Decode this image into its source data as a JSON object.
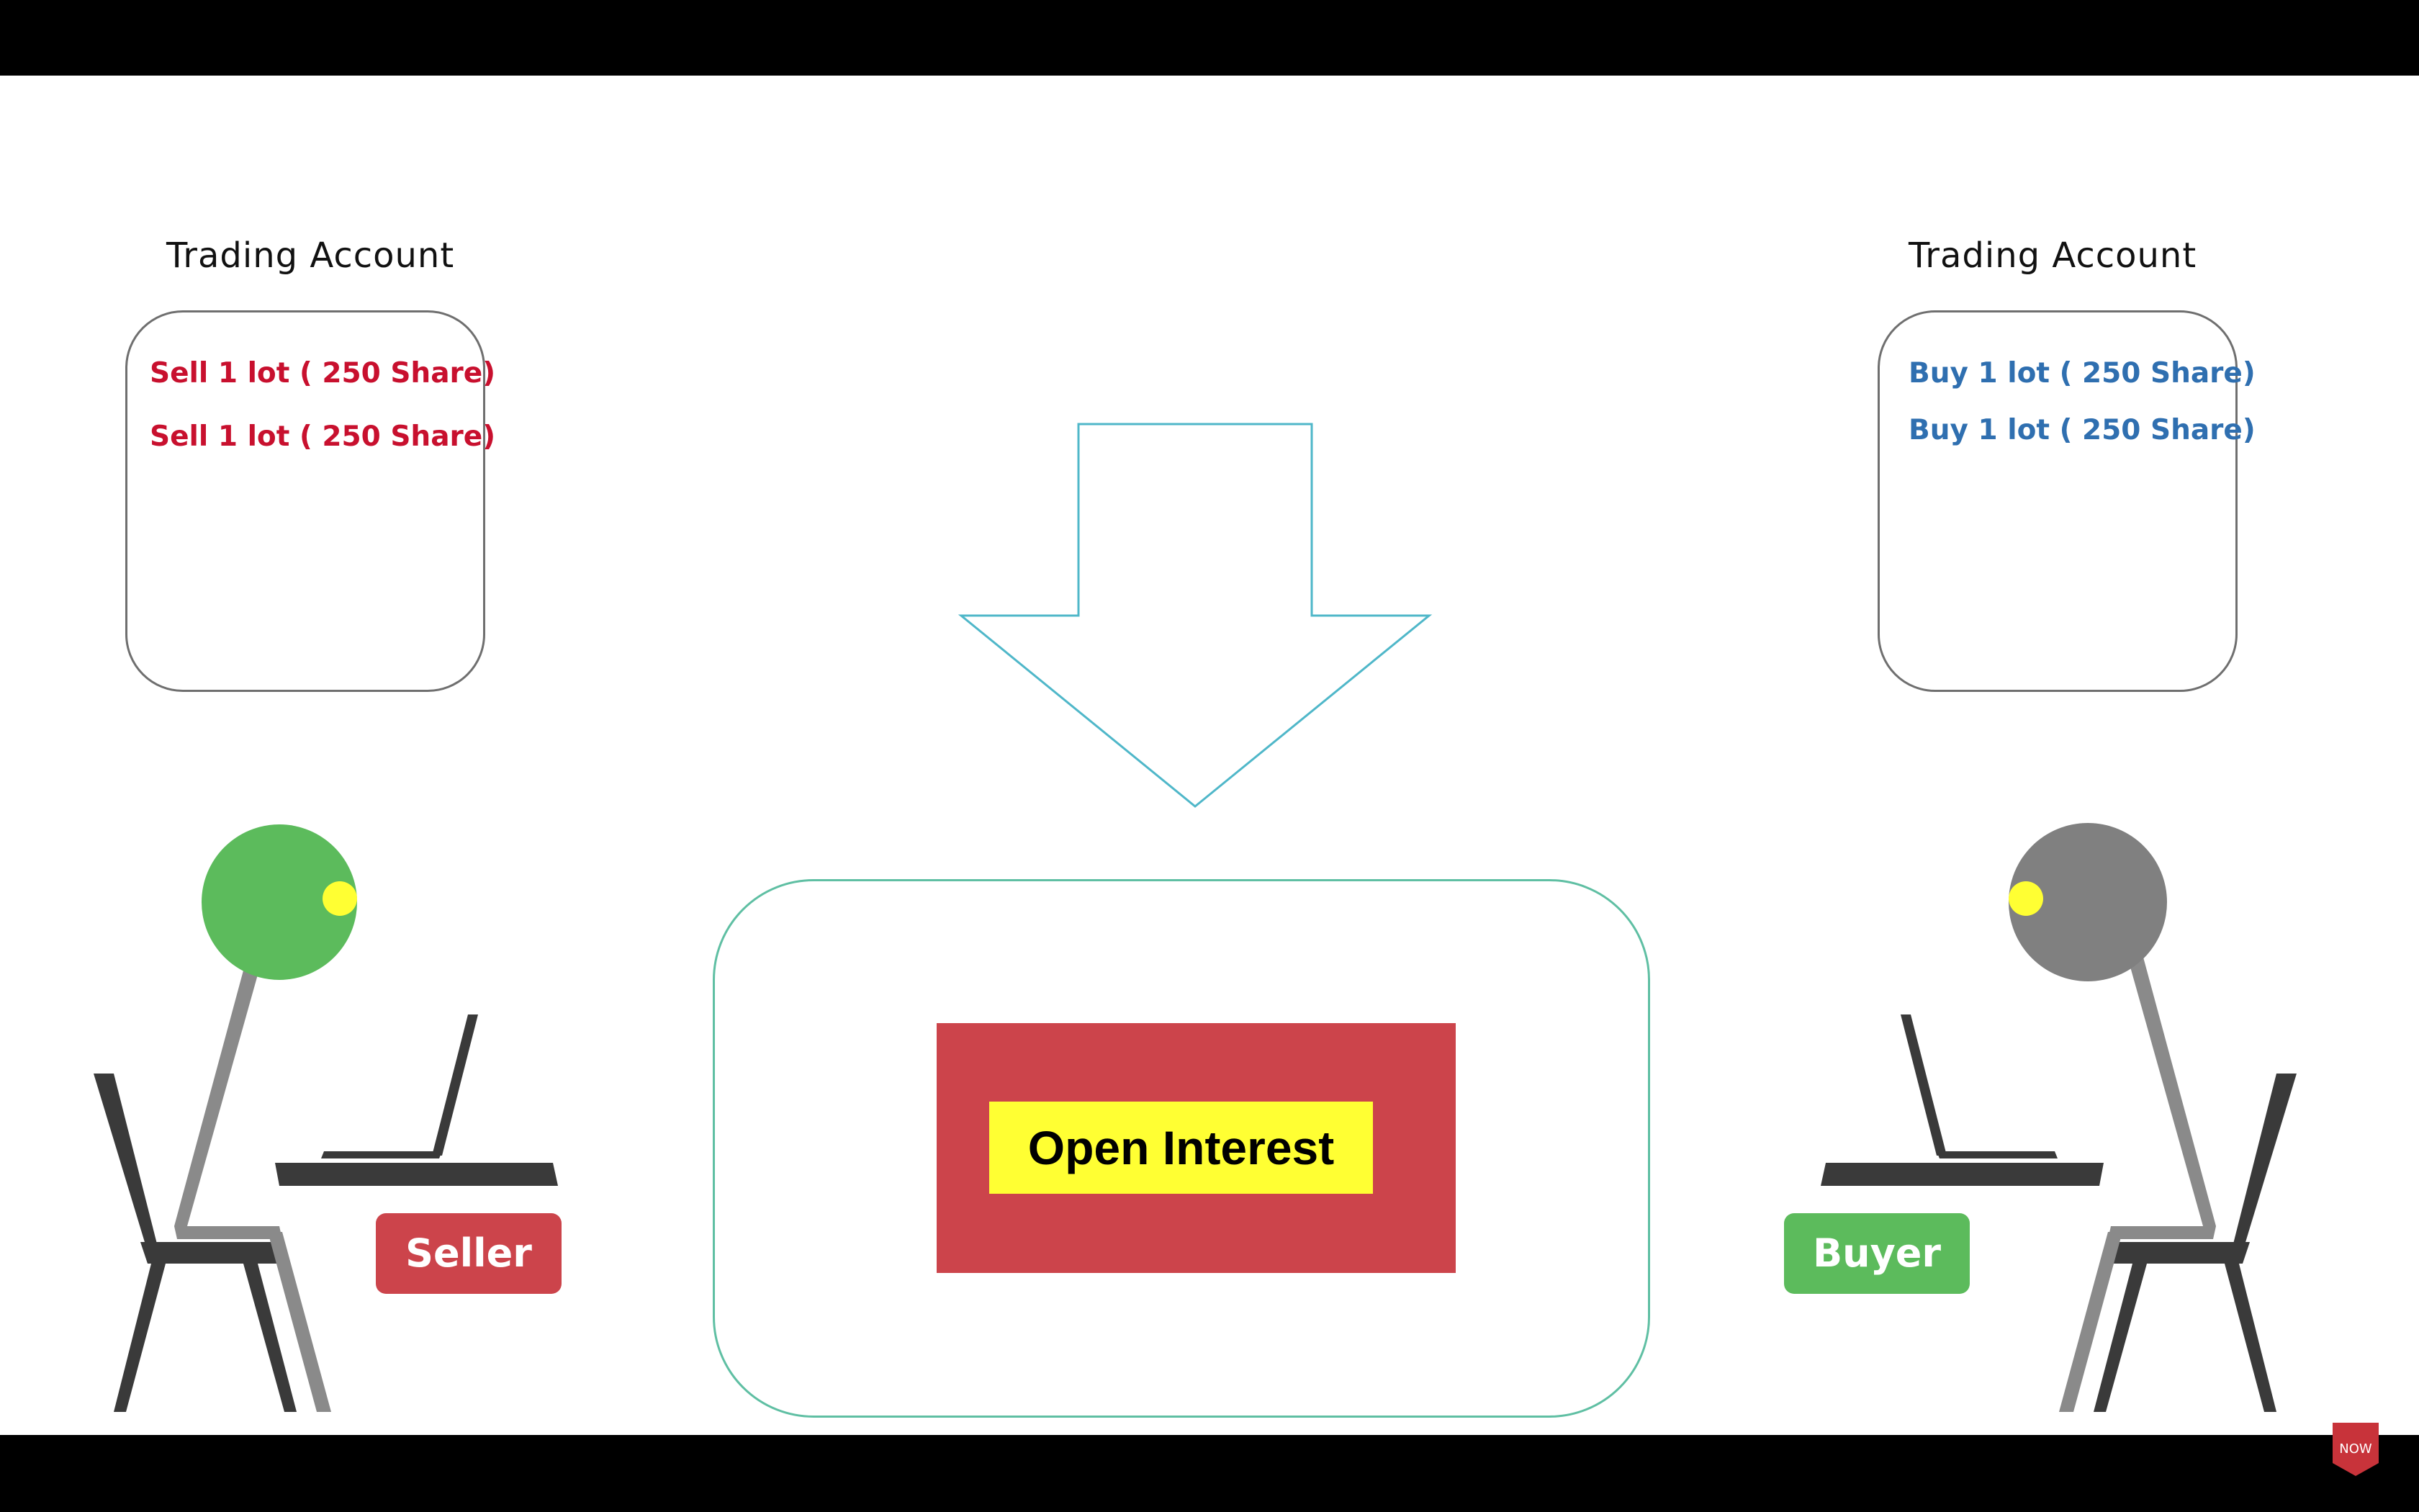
{
  "left_account": {
    "title": "Trading Account",
    "lines": [
      "Sell 1 lot ( 250 Share)",
      "Sell 1 lot ( 250 Share)"
    ]
  },
  "right_account": {
    "title": "Trading Account",
    "lines": [
      "Buy 1 lot ( 250 Share)",
      "Buy 1 lot ( 250 Share)"
    ]
  },
  "center": {
    "label": "Open Interest"
  },
  "seller": {
    "label": "Seller",
    "head_color": "#5cbb5c"
  },
  "buyer": {
    "label": "Buyer",
    "head_color": "#808080"
  },
  "subscribe_badge": {
    "text": "NOW"
  },
  "colors": {
    "sell_text": "#c8102e",
    "buy_text": "#2f6fb0",
    "arrow_outline": "#4fb7c9",
    "center_box_outline": "#5fbfa3",
    "center_red": "#cc444b",
    "center_yellow": "#ffff33"
  }
}
